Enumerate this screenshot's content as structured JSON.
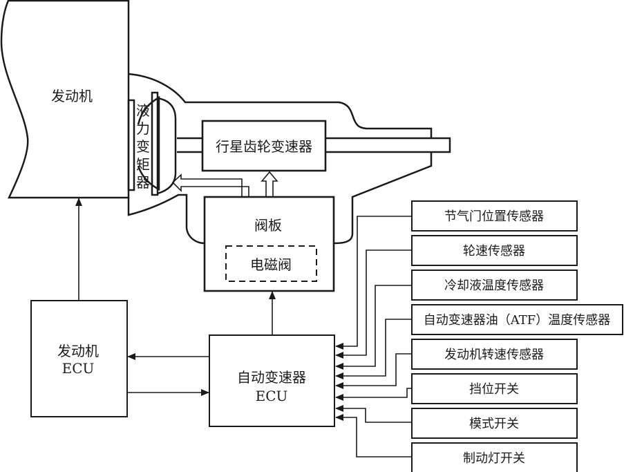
{
  "diagram": {
    "engine": {
      "label": "发动机"
    },
    "torque_converter": {
      "label_chars": [
        "液",
        "力",
        "变",
        "矩",
        "器"
      ]
    },
    "planetary_gearbox": {
      "label": "行星齿轮变速器"
    },
    "valve_body": {
      "label": "阀板",
      "solenoid_label": "电磁阀"
    },
    "engine_ecu": {
      "line1": "发动机",
      "line2": "ECU"
    },
    "transmission_ecu": {
      "line1": "自动变速器",
      "line2": "ECU"
    },
    "sensors": [
      {
        "label": "节气门位置传感器"
      },
      {
        "label": "轮速传感器"
      },
      {
        "label": "冷却液温度传感器"
      },
      {
        "label": "自动变速器油（ATF）温度传感器"
      },
      {
        "label": "发动机转速传感器"
      },
      {
        "label": "挡位开关"
      },
      {
        "label": "模式开关"
      },
      {
        "label": "制动灯开关"
      }
    ],
    "colors": {
      "line": "#1a1a1a",
      "background": "#ffffff"
    }
  }
}
